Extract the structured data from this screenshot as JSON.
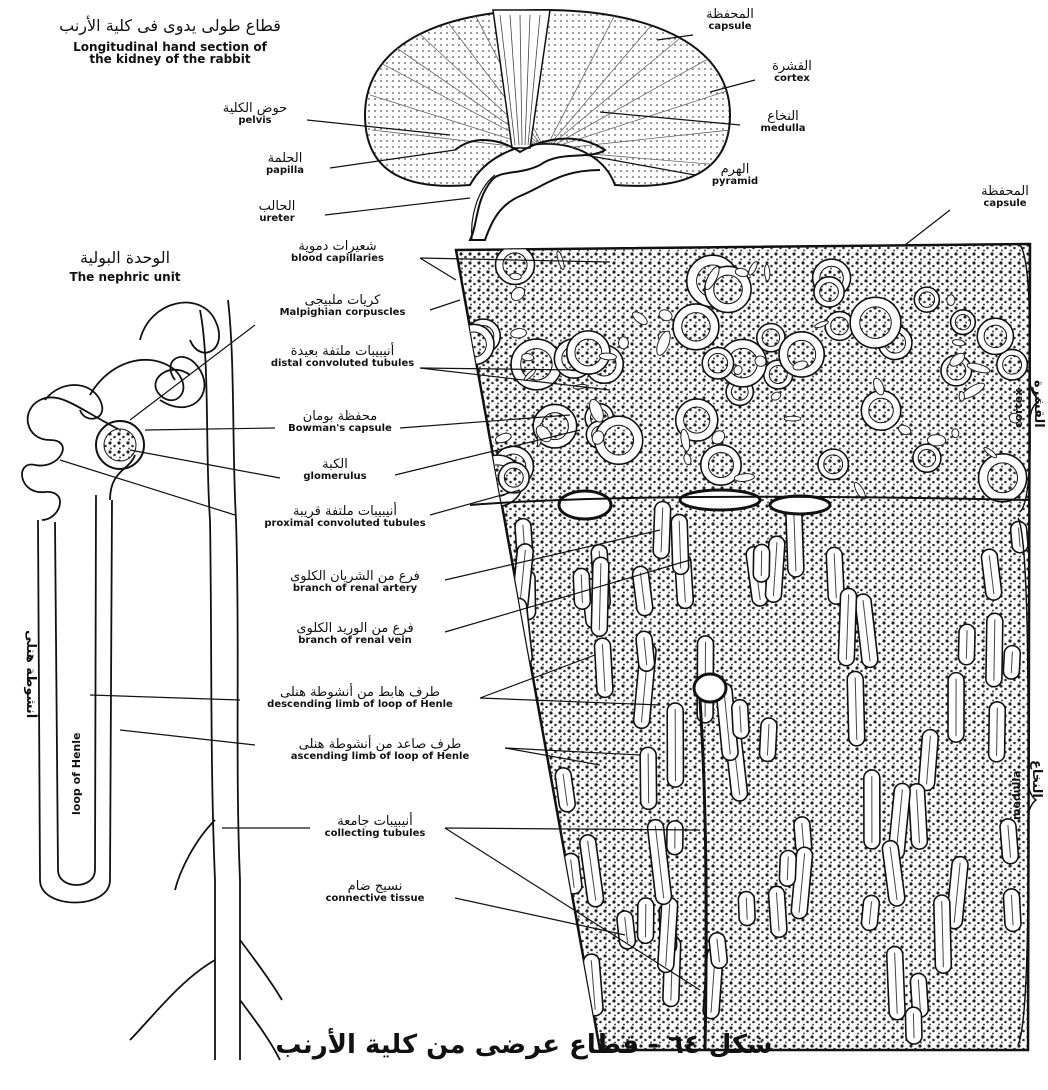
{
  "title": {
    "ar": "قطاع طولى يدوى فى كلية الأرنب",
    "en_line1": "Longitudinal hand section of",
    "en_line2": "the kidney of the rabbit"
  },
  "nephric_unit": {
    "ar": "الوحدة البولية",
    "en": "The nephric unit"
  },
  "loop_label": {
    "ar": "أنشوطة هنلى",
    "en": "loop of Henle"
  },
  "kidney_labels": {
    "capsule": {
      "ar": "المحفظة",
      "en": "capsule"
    },
    "cortex": {
      "ar": "القشرة",
      "en": "cortex"
    },
    "medulla": {
      "ar": "النخاع",
      "en": "medulla"
    },
    "pyramid": {
      "ar": "الهرم",
      "en": "pyramid"
    },
    "pelvis": {
      "ar": "حوض الكلية",
      "en": "pelvis"
    },
    "papilla": {
      "ar": "الحلمة",
      "en": "papilla"
    },
    "ureter": {
      "ar": "الحالب",
      "en": "ureter"
    }
  },
  "section_labels": {
    "capsule": {
      "ar": "المحفظة",
      "en": "capsule"
    },
    "cortex": {
      "ar": "القشرة",
      "en": "cortex"
    },
    "medulla": {
      "ar": "النخاع",
      "en": "medulla"
    }
  },
  "center_labels": [
    {
      "ar": "شعيرات دموية",
      "en": "blood capillaries"
    },
    {
      "ar": "كريات ملبيجى",
      "en": "Malpighian corpuscles"
    },
    {
      "ar": "أنيبيبات ملتفة بعيدة",
      "en": "distal convoluted tubules"
    },
    {
      "ar": "محفظة بومان",
      "en": "Bowman's capsule"
    },
    {
      "ar": "الكبة",
      "en": "glomerulus"
    },
    {
      "ar": "أنيبيبات ملتفة قريبة",
      "en": "proximal convoluted tubules"
    },
    {
      "ar": "فرع من الشريان الكلوى",
      "en": "branch of renal artery"
    },
    {
      "ar": "فرع من الوريد الكلوى",
      "en": "branch of renal vein"
    },
    {
      "ar": "طرف هابط من أنشوطة هنلى",
      "en": "descending limb of loop of Henle"
    },
    {
      "ar": "طرف صاعد من أنشوطة هنلى",
      "en": "ascending limb of loop of Henle"
    },
    {
      "ar": "أنيبيبات جامعة",
      "en": "collecting tubules"
    },
    {
      "ar": "نسيج ضام",
      "en": "connective tissue"
    }
  ],
  "caption": "شكل ٦٤ - قطاع عرضى من كلية الأرنب"
}
